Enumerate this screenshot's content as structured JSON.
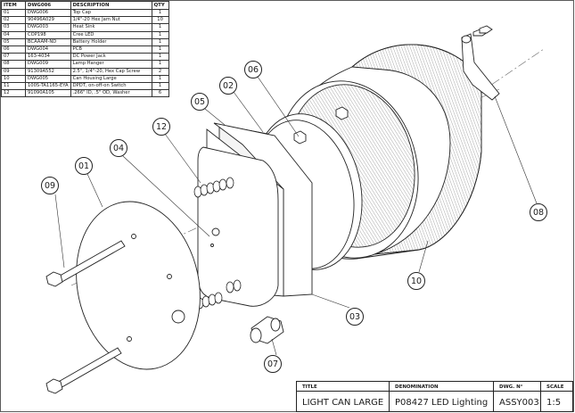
{
  "bom": {
    "headers": [
      "ITEM",
      "DWG006",
      "DESCRIPTION",
      "QTY"
    ],
    "rows": [
      [
        "01",
        "DWG006",
        "Top Cap",
        "1"
      ],
      [
        "02",
        "90496A029",
        "1/4\"-20 Hex Jam Nut",
        "10"
      ],
      [
        "03",
        "DWG003",
        "Heat Sink",
        "1"
      ],
      [
        "04",
        "COP198",
        "Cree LED",
        "1"
      ],
      [
        "05",
        "BCAAAM-ND",
        "Battery Holder",
        "1"
      ],
      [
        "06",
        "DWG004",
        "PCB",
        "1"
      ],
      [
        "07",
        "163-4034",
        "DC Power Jack",
        "1"
      ],
      [
        "08",
        "DWG009",
        "Lamp Hanger",
        "1"
      ],
      [
        "09",
        "91309A552",
        "2.5\", 1/4\"-20, Hex Cap Screw",
        "2"
      ],
      [
        "10",
        "DWG005",
        "Can Housing Large",
        "1"
      ],
      [
        "11",
        "100S-TA1165-EYA",
        "DPDT, on-off-on Switch",
        "1"
      ],
      [
        "12",
        "91090A105",
        ".266\" ID, .5\" OD, Washer",
        "6"
      ]
    ]
  },
  "title_block": {
    "title_label": "TITLE",
    "title": "LIGHT CAN LARGE",
    "denomination_label": "DENOMINATION",
    "denomination": "P08427 LED Lighting",
    "dwg_label": "DWG. N°",
    "dwg_no": "ASSY003",
    "scale_label": "SCALE",
    "scale": "1:5"
  },
  "callouts": {
    "c01": "01",
    "c02": "02",
    "c03": "03",
    "c04": "04",
    "c05": "05",
    "c06": "06",
    "c07": "07",
    "c08": "08",
    "c09": "09",
    "c10": "10",
    "c12": "12"
  }
}
